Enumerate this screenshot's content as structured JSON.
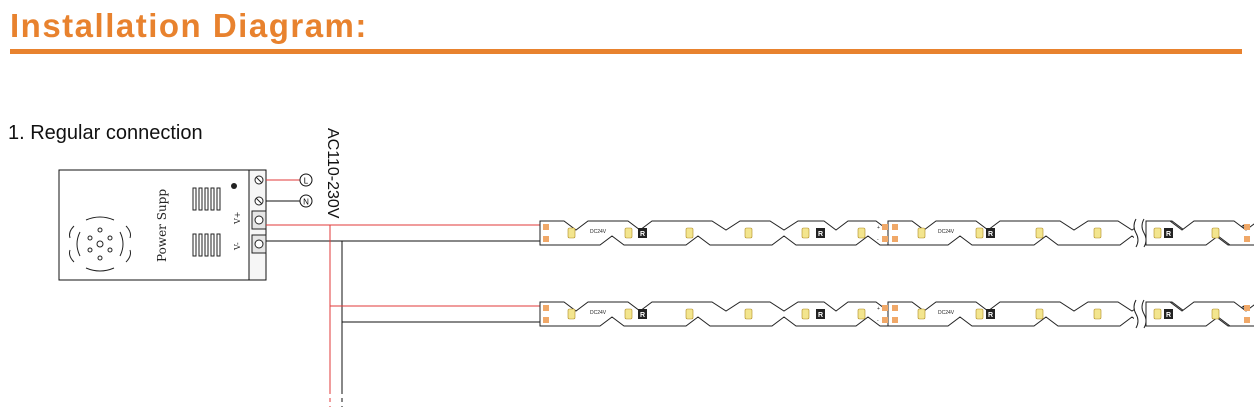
{
  "header": {
    "title": "Installation Diagram:"
  },
  "section": {
    "label": "1. Regular connection"
  },
  "power_supply": {
    "label": "Power Supp",
    "terminal_vplus": "V+",
    "terminal_vminus": "V-"
  },
  "mains": {
    "voltage_label": "AC110-230V",
    "live_symbol": "L",
    "neutral_symbol": "N"
  },
  "led_strip": {
    "voltage_label": "DC24V",
    "resistor_label": "R",
    "plus": "+",
    "minus": "-"
  },
  "colors": {
    "accent": "#e8822e",
    "wire_positive": "#e23a3a",
    "wire_negative": "#111111",
    "led": "#f3e58e",
    "pad": "#f0a868"
  }
}
